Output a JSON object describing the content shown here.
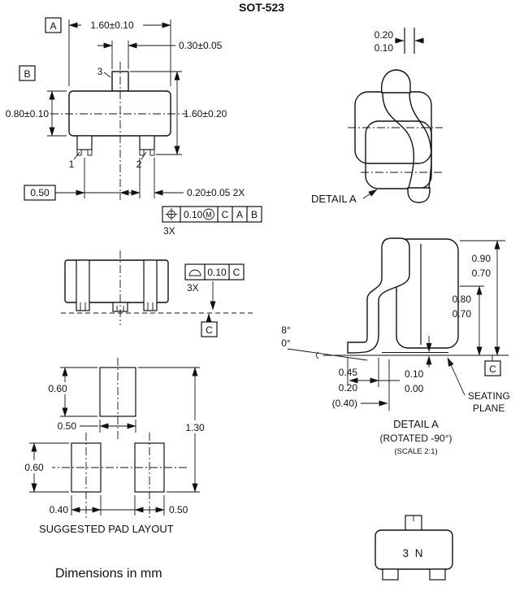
{
  "title": "SOT-523",
  "footer": "Dimensions in mm",
  "top_view": {
    "datum_a": "A",
    "datum_b": "B",
    "dim_overall_width": "1.60±0.10",
    "dim_tab_width": "0.30±0.05",
    "dim_body_height": "0.80±0.10",
    "dim_overall_height": "1.60±0.20",
    "pin1_label": "1",
    "pin2_label": "2",
    "pin3_label": "3",
    "dim_pitch": "0.50",
    "dim_lead_width": "0.20±0.05 2X",
    "fcf": {
      "symbol_name": "position-tolerance",
      "tolerance": "0.10",
      "modifier": "M",
      "datum_1": "C",
      "datum_2": "A",
      "datum_3": "B",
      "count": "3X"
    }
  },
  "side_view": {
    "dim_lead_thickness_max": "0.20",
    "dim_lead_thickness_min": "0.10",
    "detail_callout": "DETAIL A"
  },
  "front_view": {
    "flatness": {
      "symbol_name": "flatness-tolerance",
      "tolerance": "0.10",
      "datum": "C",
      "count": "3X"
    },
    "datum_c": "C"
  },
  "detail_a": {
    "dim_overall_height_max": "0.90",
    "dim_overall_height_min": "0.70",
    "dim_body_height_max": "0.80",
    "dim_body_height_min": "0.70",
    "lead_angle_max": "8°",
    "lead_angle_min": "0°",
    "dim_foot_length_max": "0.45",
    "dim_foot_length_min": "0.20",
    "dim_foot_ref": "(0.40)",
    "dim_standoff_max": "0.10",
    "dim_standoff_min": "0.00",
    "datum_c": "C",
    "seating_plane_line1": "SEATING",
    "seating_plane_line2": "PLANE",
    "caption": "DETAIL A",
    "caption_rotation": "(ROTATED -90°)",
    "caption_scale": "(SCALE 2:1)"
  },
  "pad_layout": {
    "dim_center_pad_height": "0.60",
    "dim_center_pad_width": "0.50",
    "dim_overall_span": "1.30",
    "dim_outer_pad_height": "0.60",
    "dim_pad1_width": "0.40",
    "dim_pad2_width": "0.50",
    "caption": "SUGGESTED PAD LAYOUT"
  },
  "marking_view": {
    "marking": "3 N"
  }
}
